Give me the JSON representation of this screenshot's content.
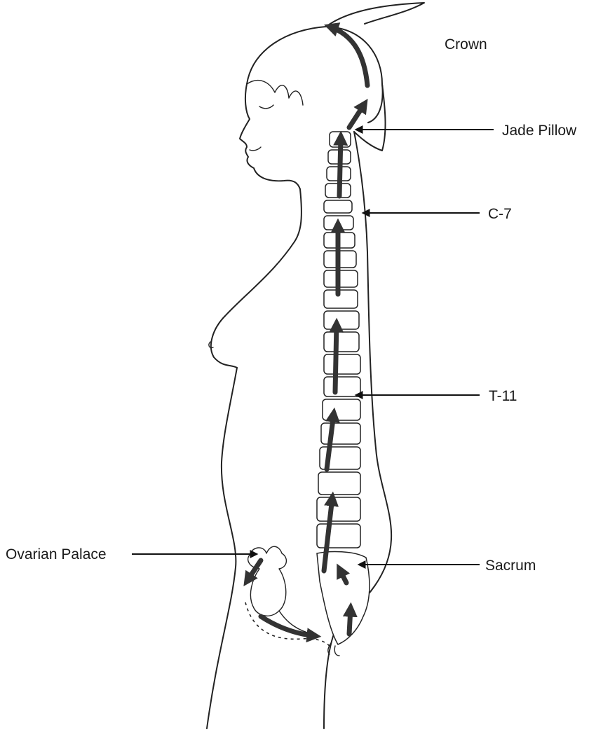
{
  "labels": {
    "crown": "Crown",
    "jade_pillow": "Jade Pillow",
    "c7": "C-7",
    "t11": "T-11",
    "ovarian_palace": "Ovarian Palace",
    "sacrum": "Sacrum"
  },
  "colors": {
    "line": "#222222",
    "flow_arrow": "#333333",
    "background": "#ffffff"
  }
}
